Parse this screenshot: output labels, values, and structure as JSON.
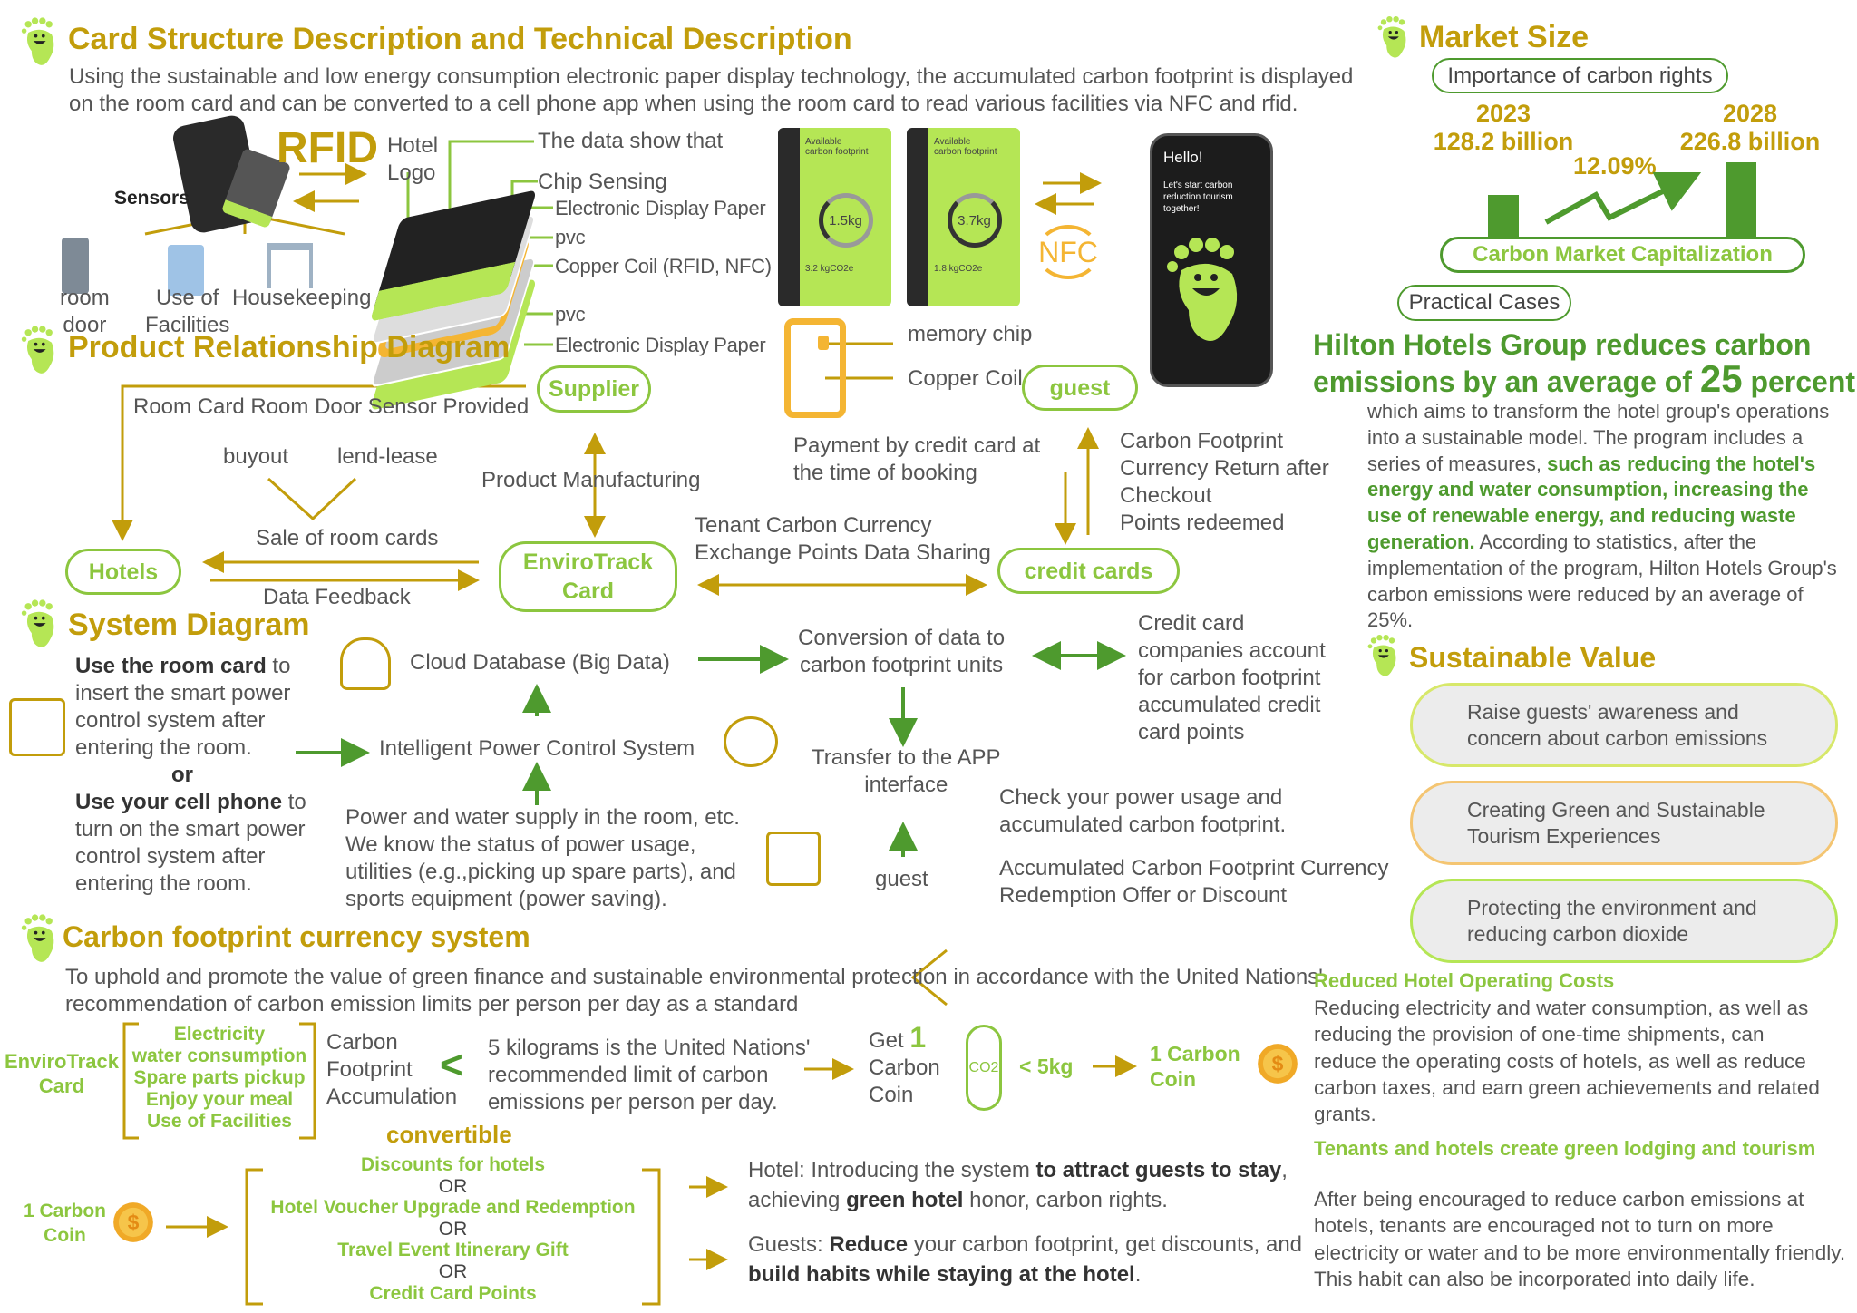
{
  "card_structure": {
    "title": "Card Structure Description and Technical Description",
    "intro": [
      "Using the sustainable and low energy consumption electronic paper display technology, the accumulated carbon footprint is displayed",
      "on the room card and can be converted to a cell phone app when using the room card to read various facilities via NFC and rfid."
    ],
    "rfid": "RFID",
    "sensors": "Sensors",
    "hotel_logo": [
      "Hotel",
      "Logo"
    ],
    "facilities": [
      [
        "room",
        "door"
      ],
      [
        "Use of",
        "Facilities"
      ],
      [
        "Housekeeping"
      ]
    ],
    "layers": [
      "The data show that",
      "Chip Sensing",
      "Electronic Display Paper",
      "pvc",
      "Copper Coil (RFID, NFC)",
      "pvc",
      "Electronic Display Paper"
    ],
    "display_cards": [
      {
        "label": [
          "Available",
          "carbon footprint"
        ],
        "value": "1.5kg",
        "sub": "3.2 kgCO2e",
        "progress": 0.3
      },
      {
        "label": [
          "Available",
          "carbon footprint"
        ],
        "value": "3.7kg",
        "sub": "1.8 kgCO2e",
        "progress": 0.75
      }
    ],
    "nfc": "NFC",
    "phone": {
      "hello": "Hello!",
      "text": [
        "Let's start carbon",
        "reduction tourism",
        "together!"
      ]
    },
    "chip_labels": [
      "memory chip",
      "Copper Coil"
    ]
  },
  "relationship": {
    "title": "Product Relationship Diagram",
    "supplier": "Supplier",
    "guest": "guest",
    "hotels": "Hotels",
    "card": [
      "EnviroTrack",
      "Card"
    ],
    "credit_cards": "credit cards",
    "sensor_provided": "Room Card Room Door Sensor Provided",
    "buyout": "buyout",
    "lend_lease": "lend-lease",
    "manufacturing": "Product Manufacturing",
    "sale": "Sale of room cards",
    "feedback": "Data Feedback",
    "tenant": [
      "Tenant Carbon Currency",
      "Exchange Points Data Sharing"
    ],
    "payment": [
      "Payment by credit card at",
      "the time of booking"
    ],
    "return": [
      "Carbon Footprint",
      "Currency Return after",
      "Checkout",
      "Points redeemed"
    ]
  },
  "system": {
    "title": "System Diagram",
    "use_card_bold": "Use the room card",
    "use_card_rest": [
      " to",
      "insert the smart power",
      "control system after",
      "entering the room."
    ],
    "or": "or",
    "use_phone_bold": "Use your cell phone",
    "use_phone_rest": [
      " to",
      "turn on the smart power",
      "control system after",
      "entering the room."
    ],
    "cloud": "Cloud Database (Big Data)",
    "ipcs": "Intelligent Power Control System",
    "power_water": [
      "Power and water supply in the room, etc.",
      "We know the status of power usage,",
      "utilities (e.g.,picking up spare parts), and",
      "sports equipment (power saving)."
    ],
    "conversion": [
      "Conversion of data to",
      "carbon footprint units"
    ],
    "credit_companies": [
      "Credit card",
      "companies account",
      "for carbon footprint",
      "accumulated credit",
      "card points"
    ],
    "transfer": [
      "Transfer to the APP",
      "interface"
    ],
    "guest": "guest",
    "check": [
      "Check your power usage and",
      "accumulated carbon footprint."
    ],
    "accumulated": [
      "Accumulated Carbon Footprint Currency",
      "Redemption Offer or Discount"
    ]
  },
  "currency": {
    "title": "Carbon footprint currency system",
    "intro": [
      "To uphold and promote the value of green finance and sustainable environmental protection in accordance with the United Nations'",
      "recommendation of carbon emission limits per person per day as a standard"
    ],
    "card": [
      "EnviroTrack",
      "Card"
    ],
    "activities": [
      "Electricity",
      "water consumption",
      "Spare parts pickup",
      "Enjoy your meal",
      "Use of Facilities"
    ],
    "accum": [
      "Carbon",
      "Footprint",
      "Accumulation"
    ],
    "lt": "<",
    "un": [
      "5 kilograms is the United Nations'",
      "recommended limit of carbon",
      "emissions per person per day."
    ],
    "get": "Get",
    "one": "1",
    "coin_words": [
      "Carbon",
      "Coin"
    ],
    "co2": "CO2",
    "lt5": "< 5kg",
    "coin_label": [
      "1 Carbon",
      "Coin"
    ],
    "convertible": "convertible",
    "options": [
      "Discounts for hotels",
      "OR",
      "Hotel Voucher Upgrade and Redemption",
      "OR",
      "Travel Event Itinerary Gift",
      "OR",
      "Credit Card Points"
    ],
    "hotel": {
      "a": "Hotel: Introducing the system ",
      "b": "to attract guests to stay",
      ",": ",",
      "c": "achieving ",
      "d": "green hotel",
      "e": " honor, carbon rights."
    },
    "guests": {
      "a": "Guests: ",
      "b": "Reduce",
      "c": " your carbon footprint, get discounts, and",
      "d": "build habits while staying at the hotel",
      "e": "."
    }
  },
  "market": {
    "title": "Market Size",
    "importance": "Importance of carbon rights",
    "y1": "2023",
    "v1": "128.2 billion",
    "y2": "2028",
    "v2": "226.8 billion",
    "growth": "12.09%",
    "bar_values": [
      128.2,
      226.8
    ],
    "cap": "Carbon Market Capitalization",
    "cases": "Practical Cases",
    "hilton_title": [
      "Hilton Hotels Group reduces carbon",
      "emissions by an average of ",
      "25",
      " percent"
    ],
    "hilton_p": {
      "a": "which aims to transform the hotel group's operations into a sustainable model. The program includes a series of measures, ",
      "b": "such as reducing the hotel's energy and water consumption, increasing the use of renewable energy, and reducing waste generation.",
      "c": " According to statistics, after the implementation of the program, Hilton Hotels Group's carbon emissions were reduced by an average of 25%."
    }
  },
  "value": {
    "title": "Sustainable Value",
    "items": [
      [
        "Raise guests' awareness and",
        "concern about carbon emissions"
      ],
      [
        "Creating Green and Sustainable",
        "Tourism Experiences"
      ],
      [
        "Protecting the environment and",
        "reducing carbon dioxide"
      ]
    ],
    "costs_title": "Reduced Hotel Operating Costs",
    "costs": "Reducing electricity and water consumption, as well as reducing the provision of one-time shipments, can reduce the operating costs of hotels, as well as reduce carbon taxes, and earn green achievements and related grants.",
    "tourism_title": "Tenants and hotels create green lodging and tourism",
    "tourism": "After being encouraged to reduce carbon emissions at hotels, tenants are encouraged not to turn on more electricity or water and to be more environmentally friendly. This habit can also be incorporated into daily life."
  },
  "colors": {
    "gold": "#c29d0b",
    "green": "#8cc63f",
    "dark_green": "#4e9a2e",
    "text": "#555555"
  }
}
